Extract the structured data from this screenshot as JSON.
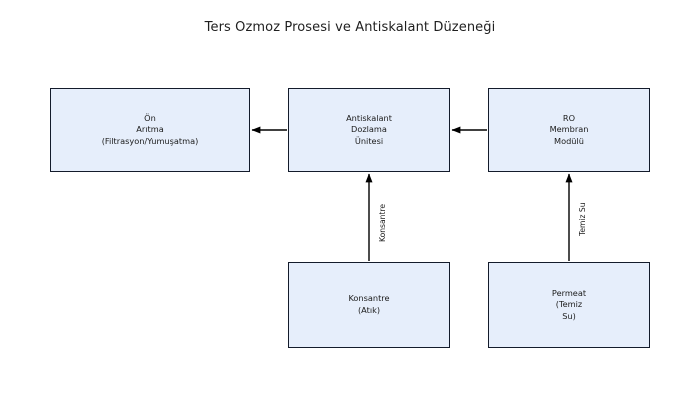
{
  "title": "Ters Ozmoz Prosesi ve Antiskalant Düzeneği",
  "colors": {
    "node_fill": "#e6eefb",
    "node_border": "#131b2b",
    "edge": "#000000",
    "background": "#ffffff",
    "text": "#1b1b1b"
  },
  "nodes": {
    "pretreatment": {
      "label": "Ön\nArıtma\n(Filtrasyon/Yumuşatma)",
      "line1": "Ön",
      "line2": "Arıtma",
      "line3": "(Filtrasyon/Yumuşatma)"
    },
    "antiscalant": {
      "label": "Antiskalant\nDozlama\nÜnitesi",
      "line1": "Antiskalant",
      "line2": "Dozlama",
      "line3": "Ünitesi"
    },
    "ro_membrane": {
      "label": "RO\nMembran\nModülü",
      "line1": "RO",
      "line2": "Membran",
      "line3": "Modülü"
    },
    "concentrate": {
      "label": "Konsantre\n(Atık)",
      "line1": "Konsantre",
      "line2": "(Atık)"
    },
    "permeate": {
      "label": "Permeat\n(Temiz\nSu)",
      "line1": "Permeat",
      "line2": "(Temiz",
      "line3": "Su)"
    }
  },
  "edges": [
    {
      "id": "antiscalant-to-pretreatment",
      "from": "antiscalant",
      "to": "pretreatment",
      "label": "",
      "direction": "left"
    },
    {
      "id": "ro-to-antiscalant",
      "from": "ro_membrane",
      "to": "antiscalant",
      "label": "",
      "direction": "left"
    },
    {
      "id": "concentrate-to-antiscalant",
      "from": "concentrate",
      "to": "antiscalant",
      "label": "Konsantre",
      "direction": "up"
    },
    {
      "id": "permeate-to-ro",
      "from": "permeate",
      "to": "ro_membrane",
      "label": "Temiz Su",
      "direction": "up"
    }
  ],
  "edge_labels": {
    "konsantre": "Konsantre",
    "temiz_su": "Temiz Su"
  }
}
